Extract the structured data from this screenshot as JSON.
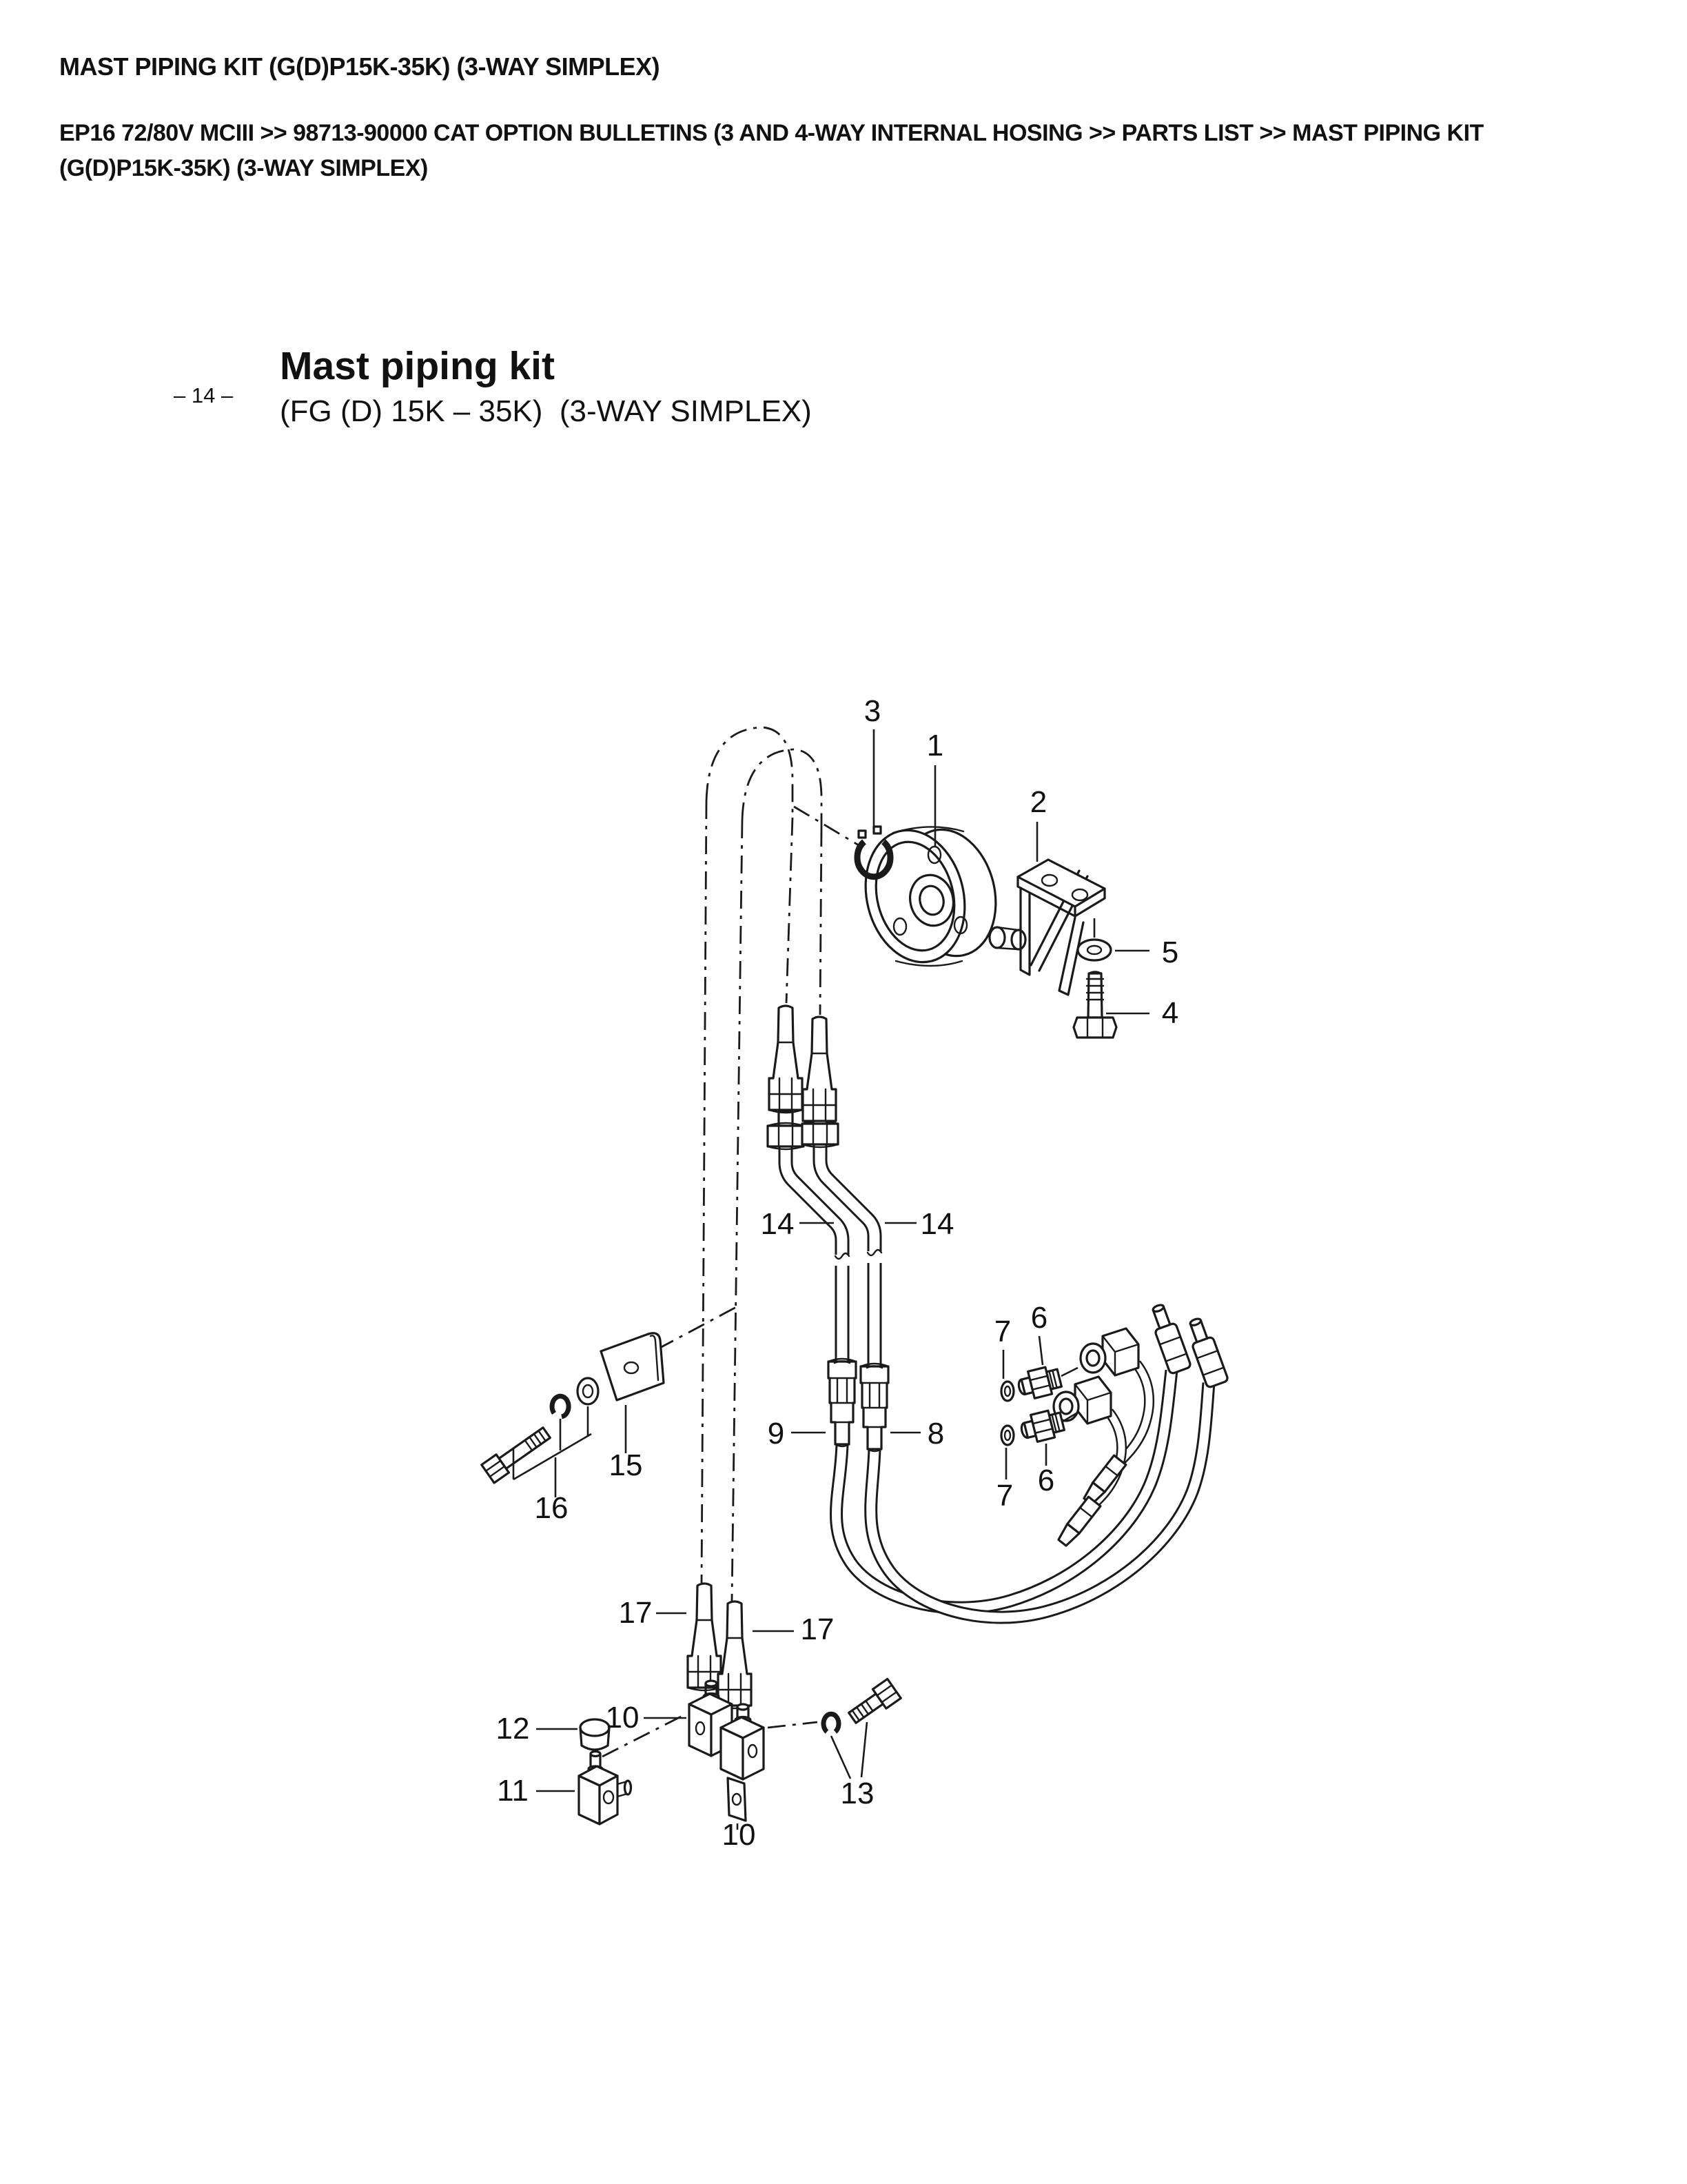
{
  "page": {
    "header_title": "MAST PIPING KIT (G(D)P15K-35K) (3-WAY SIMPLEX)",
    "breadcrumb_lines": [
      "EP16 72/80V MCIII >> 98713-90000 CAT OPTION BULLETINS (3 AND 4-WAY INTERNAL HOSING >> PARTS LIST >> MAST PIPING KIT",
      "(G(D)P15K-35K) (3-WAY SIMPLEX)"
    ],
    "page_number": "– 14 –",
    "figure_title": "Mast piping kit",
    "figure_subtitle": "(FG (D) 15K – 35K)  (3-WAY SIMPLEX)"
  },
  "diagram": {
    "line_color": "#1a1a1a",
    "background": "#ffffff",
    "callouts": [
      {
        "label": "3"
      },
      {
        "label": "1"
      },
      {
        "label": "2"
      },
      {
        "label": "5"
      },
      {
        "label": "4"
      },
      {
        "label": "14"
      },
      {
        "label": "14"
      },
      {
        "label": "6"
      },
      {
        "label": "7"
      },
      {
        "label": "9"
      },
      {
        "label": "8"
      },
      {
        "label": "6"
      },
      {
        "label": "7"
      },
      {
        "label": "15"
      },
      {
        "label": "16"
      },
      {
        "label": "17"
      },
      {
        "label": "17"
      },
      {
        "label": "10"
      },
      {
        "label": "12"
      },
      {
        "label": "11"
      },
      {
        "label": "13"
      },
      {
        "label": "10"
      }
    ]
  }
}
